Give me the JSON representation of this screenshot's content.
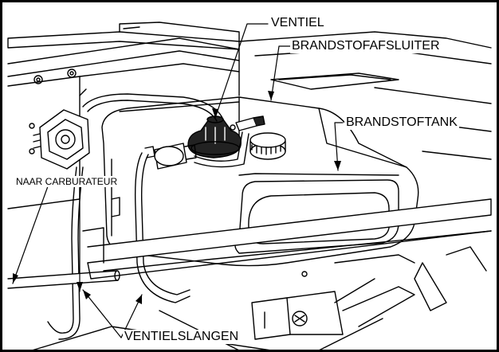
{
  "callouts": {
    "valve": "VENTIEL",
    "fuel_shutoff": "BRANDSTOFAFSLUITER",
    "fuel_tank": "BRANDSTOFTANK",
    "to_carburetor": "NAAR CARBURATEUR",
    "valve_hoses": "VENTIELSLANGEN"
  },
  "colors": {
    "line": "#000000",
    "background": "#ffffff",
    "shade": "#bdbdbd"
  }
}
